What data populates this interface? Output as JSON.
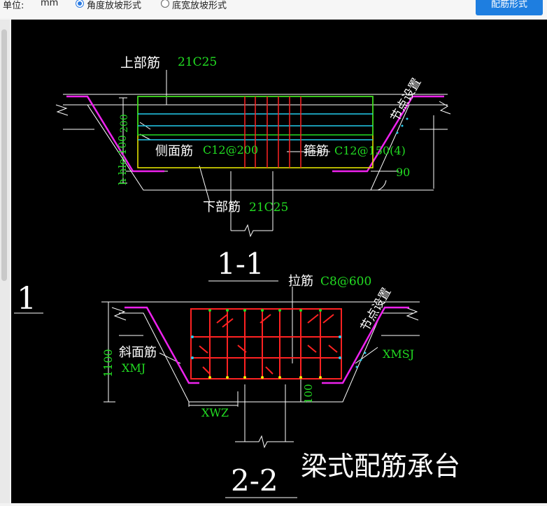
{
  "toolbar": {
    "unit_label": "单位:",
    "unit_value": "mm",
    "radio_angle": "角度放坡形式",
    "radio_width": "底宽放坡形式",
    "button_label": "配筋形式"
  },
  "drawing": {
    "section1": {
      "top_bar_label": "上部筋",
      "top_bar_spec": "21C25",
      "side_bar_label": "侧面筋",
      "side_bar_spec": "C12@200",
      "stirrup_label": "箍筋",
      "stirrup_spec": "C12@150(4)",
      "bottom_bar_label": "下部筋",
      "bottom_bar_spec": "21C25",
      "node_setting": "节点设置",
      "angle": "90",
      "vertical_dim": "h-hle-100",
      "dim_200": "200",
      "title": "1-1"
    },
    "left_mark": "1",
    "section2": {
      "tie_label": "拉筋",
      "tie_spec": "C8@600",
      "node_setting": "节点设置",
      "slope_label": "斜面筋",
      "xmj": "XMJ",
      "xmsj": "XMSJ",
      "xwz": "XWZ",
      "height_dim": "1100",
      "dim_100": "100",
      "title": "2-2"
    },
    "caption": "梁式配筋承台"
  },
  "colors": {
    "green": "#22dd22",
    "red": "#ff2222",
    "magenta": "#ee22ee",
    "yellow": "#f0f000",
    "cyan": "#22ccee",
    "white": "#ffffff"
  }
}
